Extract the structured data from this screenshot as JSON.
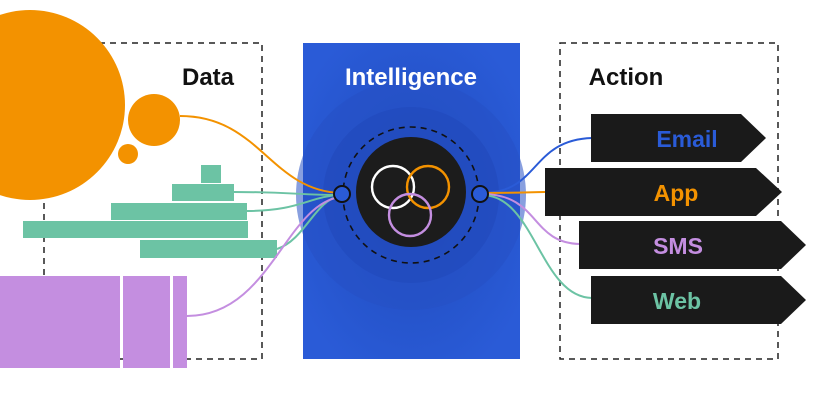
{
  "sections": {
    "data": {
      "title": "Data"
    },
    "intelligence": {
      "title": "Intelligence"
    },
    "action": {
      "title": "Action"
    }
  },
  "actions": [
    {
      "label": "Email",
      "color": "#2a5bd7"
    },
    {
      "label": "App",
      "color": "#f39200"
    },
    {
      "label": "SMS",
      "color": "#c48ee0"
    },
    {
      "label": "Web",
      "color": "#6cc3a4"
    }
  ],
  "colors": {
    "orange": "#f39200",
    "teal": "#6cc3a4",
    "purple": "#c48ee0",
    "blue_panel": "#2a5bd7",
    "dark": "#1a1a1a",
    "venn_white": "#ffffff",
    "venn_orange": "#f39200",
    "venn_purple": "#c48ee0"
  },
  "icons": [
    "venn-diagram-icon",
    "connector-node-icon",
    "arrow-tag-icon"
  ]
}
